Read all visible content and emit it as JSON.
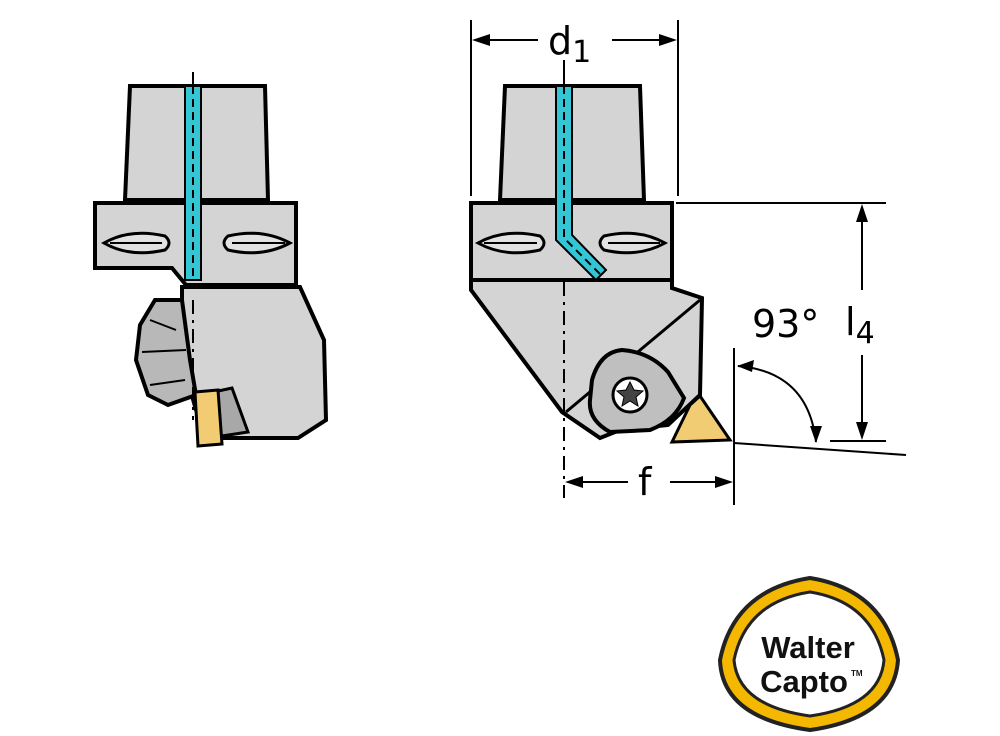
{
  "dimensions": {
    "d1": {
      "main": "d",
      "sub": "1"
    },
    "l4": {
      "main": "l",
      "sub": "4"
    },
    "f": "f",
    "angle": "93°"
  },
  "logo": {
    "line1": "Walter",
    "line2": "Capto",
    "tm": "TM"
  },
  "colors": {
    "body": "#d4d4d4",
    "outline": "#000000",
    "coolant": "#35c6d6",
    "insert": "#f2cc73",
    "logo_ring": "#f5b800"
  }
}
